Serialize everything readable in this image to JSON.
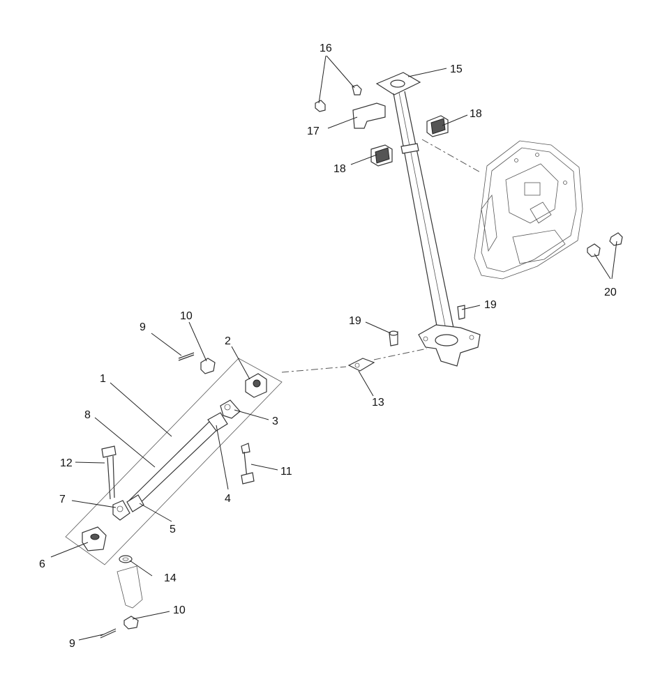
{
  "callouts": [
    "1",
    "2",
    "3",
    "4",
    "5",
    "6",
    "7",
    "8",
    "9",
    "10",
    "11",
    "12",
    "13",
    "14",
    "15",
    "16",
    "17",
    "18",
    "19",
    "20"
  ],
  "repeat_callouts": {
    "9b": "9",
    "10b": "10",
    "18b": "18",
    "19b": "19"
  }
}
